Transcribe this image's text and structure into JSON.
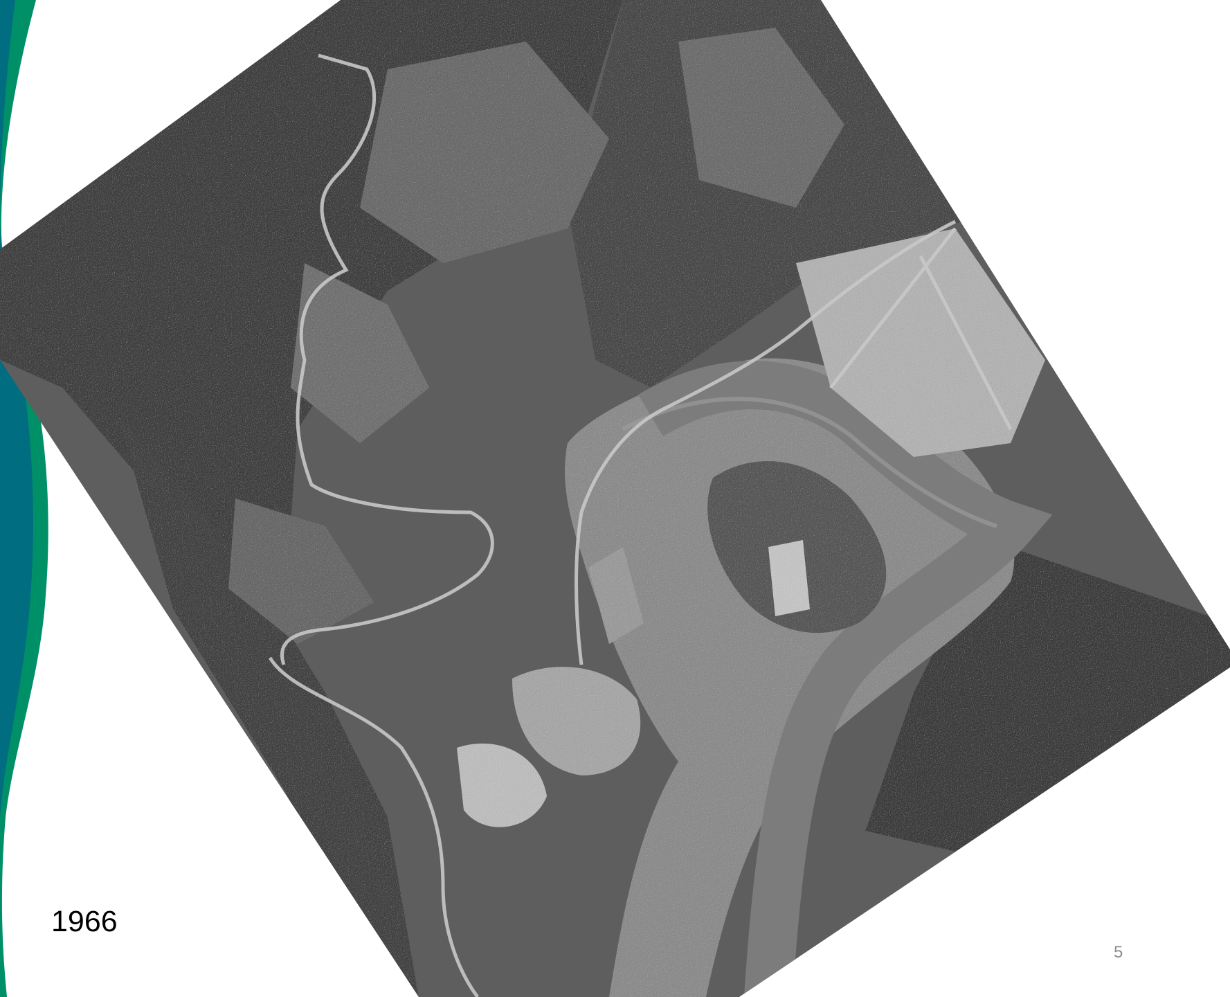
{
  "slide": {
    "year_label": "1966",
    "slide_number": "5"
  },
  "decoration": {
    "teal_color": "#006d80",
    "green_color": "#009068"
  },
  "photo": {
    "subject": "aerial-photo",
    "tone": "grayscale"
  }
}
